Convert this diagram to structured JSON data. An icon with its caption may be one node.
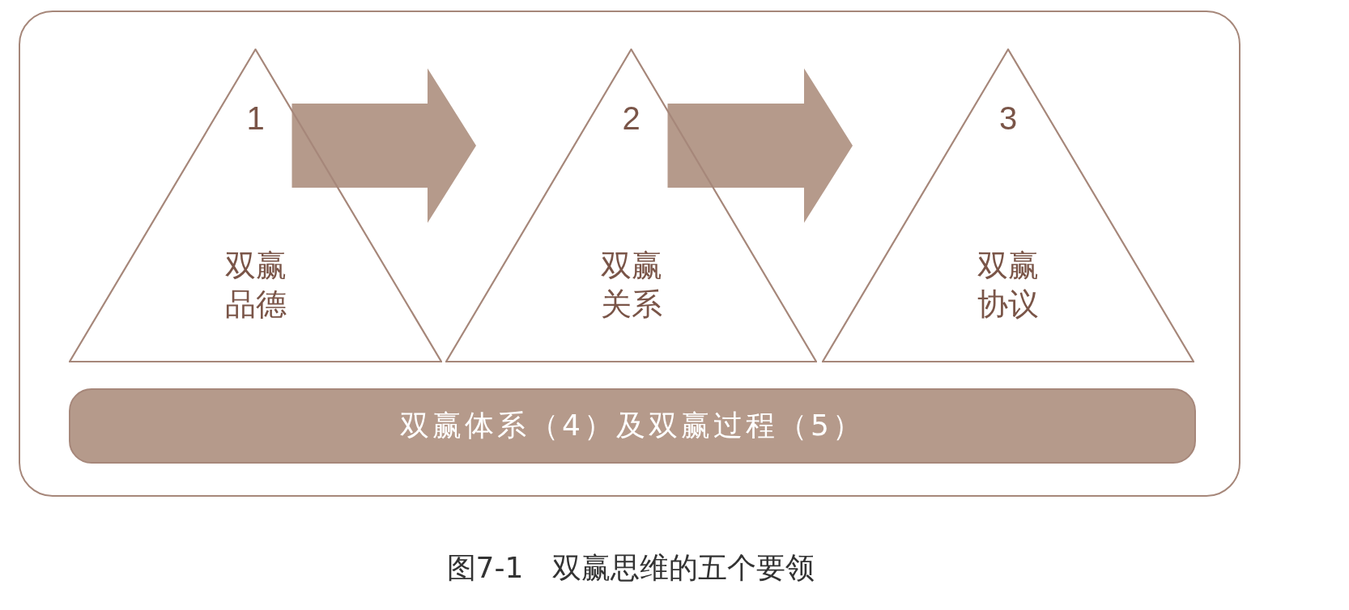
{
  "diagram": {
    "caption": "图7-1　双赢思维的五个要领",
    "nodes": [
      {
        "text": [],
        "shape": "box"
      },
      {
        "text": [
          "1",
          "双赢品德"
        ],
        "in": 0
      },
      {
        "text": [
          "2",
          "双赢关系"
        ],
        "in": 0
      },
      {
        "text": [
          "3",
          "双赢协议"
        ],
        "in": 0
      },
      {
        "text": [
          "双赢体系（4）及双赢过程（5）"
        ],
        "in": 0
      }
    ],
    "edges": [
      {
        "from": 1,
        "to": 2,
        "arrow": "to",
        "style": "thick"
      },
      {
        "from": 2,
        "to": 3,
        "arrow": "to",
        "style": "thick"
      }
    ]
  }
}
